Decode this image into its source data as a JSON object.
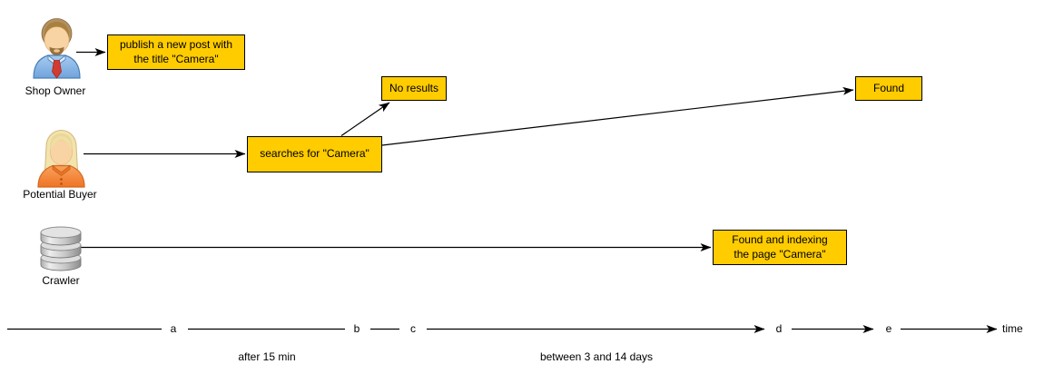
{
  "diagram": {
    "background": "#ffffff",
    "node_fill": "#FFCC00",
    "node_border": "#000000",
    "line_color": "#000000"
  },
  "actors": {
    "shop_owner": {
      "label": "Shop Owner",
      "icon": "businessman-icon"
    },
    "potential_buyer": {
      "label": "Potential Buyer",
      "icon": "woman-icon"
    },
    "crawler": {
      "label": "Crawler",
      "icon": "database-icon"
    }
  },
  "nodes": {
    "publish": {
      "label": "publish a new post with\nthe title \"Camera\""
    },
    "searches": {
      "label": "searches for \"Camera\""
    },
    "no_results": {
      "label": "No results"
    },
    "found": {
      "label": "Found"
    },
    "indexing": {
      "label": "Found and indexing\nthe page \"Camera\""
    }
  },
  "timeline": {
    "ticks": [
      "a",
      "b",
      "c",
      "d",
      "e"
    ],
    "axis_label": "time",
    "annotations": [
      "after 15 min",
      "between 3 and 14 days"
    ]
  }
}
